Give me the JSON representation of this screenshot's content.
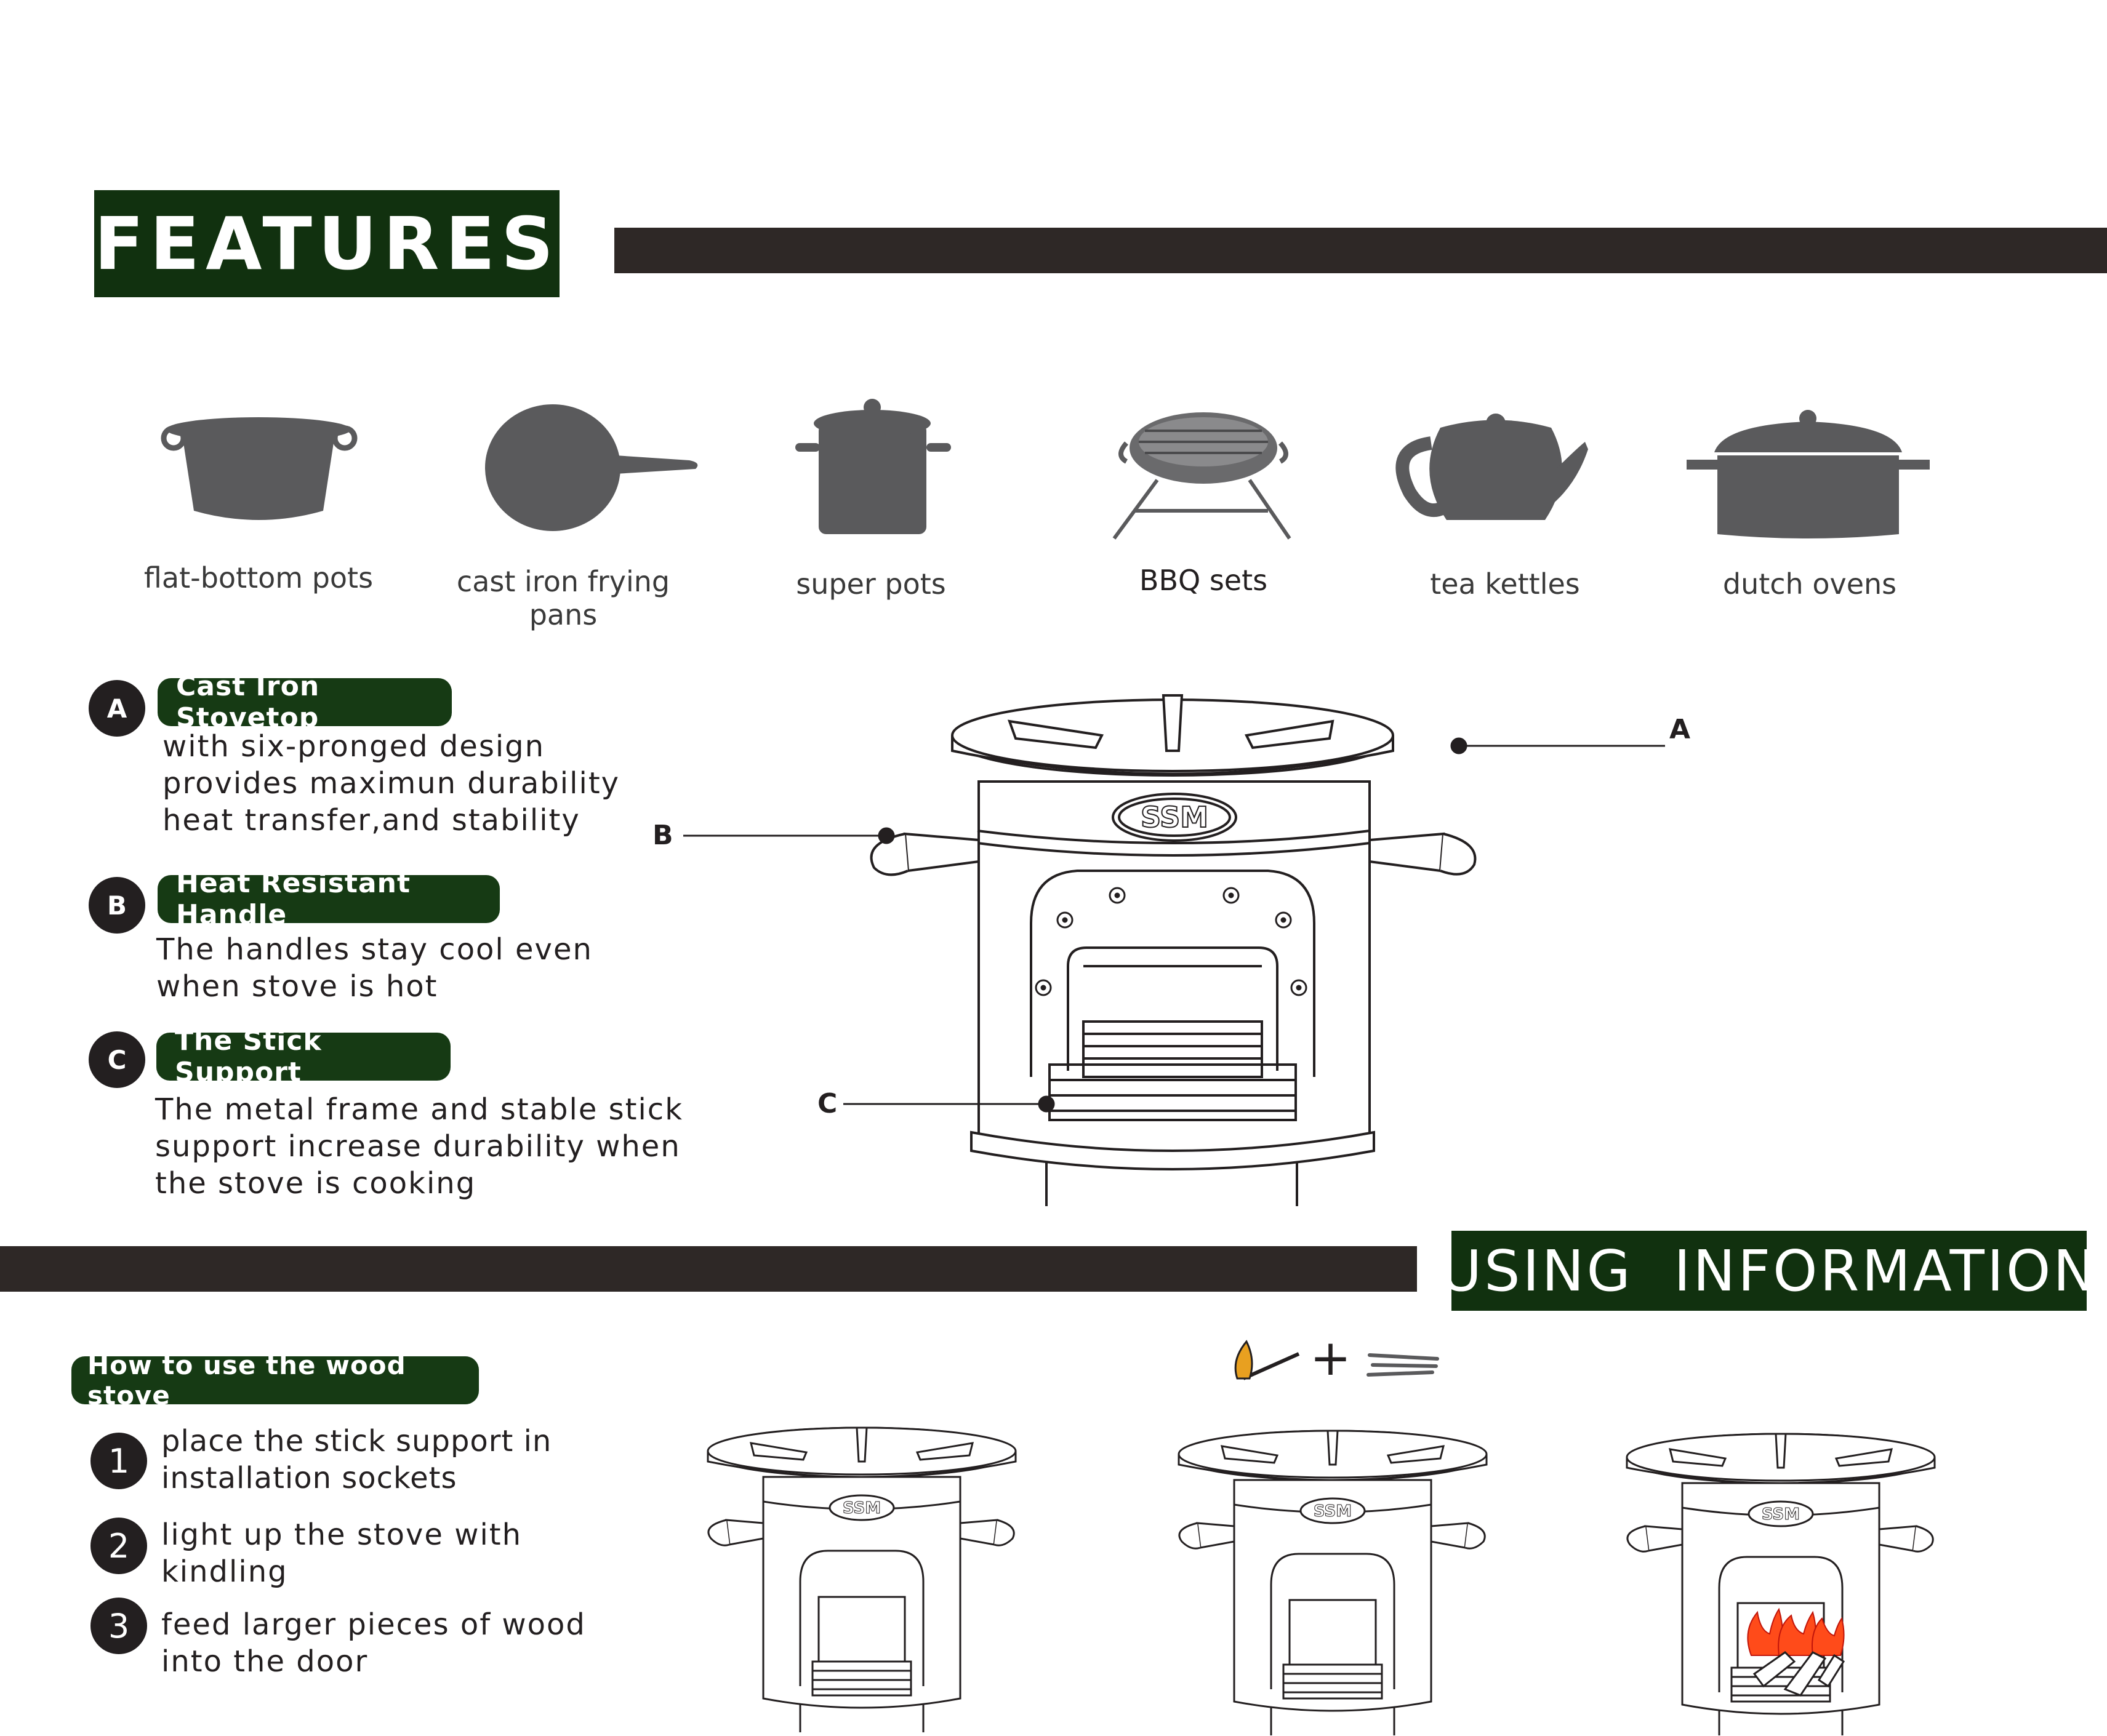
{
  "features": {
    "title": "FEATURES",
    "cookware": [
      {
        "label": "flat-bottom pots",
        "icon": "flat-bottom-pot-icon"
      },
      {
        "label": "cast iron frying pans",
        "icon": "frying-pan-icon"
      },
      {
        "label": "super pots",
        "icon": "super-pot-icon"
      },
      {
        "label": "BBQ sets",
        "icon": "bbq-grill-icon"
      },
      {
        "label": "tea kettles",
        "icon": "tea-kettle-icon"
      },
      {
        "label": "dutch ovens",
        "icon": "dutch-oven-icon"
      }
    ],
    "items": [
      {
        "letter": "A",
        "title": "Cast Iron Stovetop",
        "lines": [
          "with six-pronged  design",
          "provides   maximun   durability",
          "heat transfer,and stability"
        ]
      },
      {
        "letter": "B",
        "title": "Heat Resistant Handle",
        "lines": [
          "The  handles  stay  cool  even",
          "when stove is hot"
        ]
      },
      {
        "letter": "C",
        "title": "The Stick Support",
        "lines": [
          "The metal frame and stable stick",
          "support increase durability when",
          "the stove is cooking"
        ]
      }
    ],
    "diagram": {
      "brand": "SSM",
      "callouts": {
        "a": "A",
        "b": "B",
        "c": "C"
      }
    }
  },
  "using": {
    "title": "USING  INFORMATION",
    "howto_title": "How to  use the wood stove",
    "steps": [
      {
        "num": "1",
        "lines": [
          "place the stick support in",
          "installation sockets"
        ]
      },
      {
        "num": "2",
        "lines": [
          "light up the stove with",
          "kindling"
        ]
      },
      {
        "num": "3",
        "lines": [
          "feed larger pieces of wood",
          "into the door"
        ]
      }
    ],
    "plus": "+",
    "brand": "SSM"
  },
  "colors": {
    "green": "#11310f",
    "dark_bar": "#2e2826",
    "icon_grey": "#5a5a5c",
    "flame": "#ff4b1a"
  }
}
